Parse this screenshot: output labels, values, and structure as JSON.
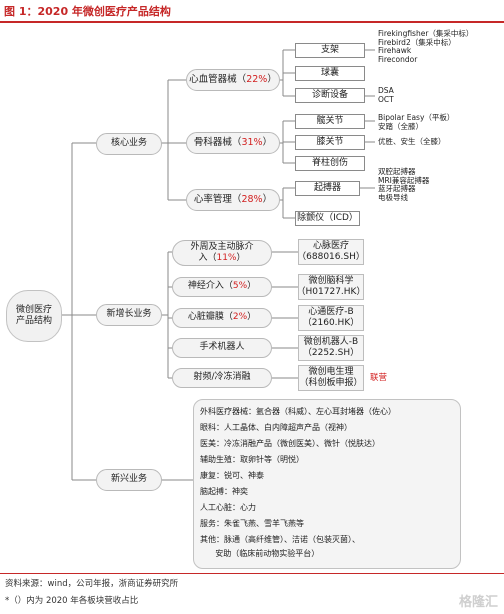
{
  "title": "图 1：2020 年微创医疗产品结构",
  "root": "微创医疗\n产品结构",
  "segments": {
    "core": "核心业务",
    "growth": "新增长业务",
    "emerging": "新兴业务"
  },
  "core": {
    "cardio": {
      "name": "心血管器械（",
      "pct": "22%",
      "end": "）"
    },
    "ortho": {
      "name": "骨科器械（",
      "pct": "31%",
      "end": "）"
    },
    "rhythm": {
      "name": "心率管理（",
      "pct": "28%",
      "end": "）"
    }
  },
  "subs": {
    "stent": "支架",
    "balloon": "球囊",
    "diag": "诊断设备",
    "knee": "髋关节",
    "hip": "膝关节",
    "spine": "脊柱创伤",
    "pacer": "起搏器",
    "icd": "除颤仪（ICD）"
  },
  "leaves": {
    "stent": "Firekingfisher（集采中标）\nFirebird2（集采中标）\nFirehawk\nFirecondor",
    "diag": "DSA\nOCT",
    "knee": "Bipolar Easy（平板）\n安踏（全膝）",
    "hip": "优胜、安生（全膝）",
    "pacer": "双腔起搏器\nMRI兼容起搏器\n蓝牙起搏器\n电极导线"
  },
  "growth": [
    {
      "name": "外周及主动脉介\n入（",
      "pct": "11%",
      "end": "）",
      "company": "心脉医疗\n（688016.SH）"
    },
    {
      "name": "神经介入（",
      "pct": "5%",
      "end": "）",
      "company": "微创脑科学\n（H01727.HK）"
    },
    {
      "name": "心脏瓣膜（",
      "pct": "2%",
      "end": "）",
      "company": "心通医疗-B\n（2160.HK）"
    },
    {
      "name": "手术机器人",
      "pct": "",
      "end": "",
      "company": "微创机器人-B\n（2252.SH）"
    },
    {
      "name": "射频/冷冻消融",
      "pct": "",
      "end": "",
      "company": "微创电生理\n（科创板申报）",
      "tag": "联营"
    }
  ],
  "emerging_rows": [
    "外科医疗器械：氩合器（科威）、左心耳封堵器（佐心）",
    "眼科：人工晶体、白内障超声产品（视神）",
    "医美：冷冻消融产品（微创医美）、微针（悦肤达）",
    "辅助生殖：取卵针等（明悦）",
    "康复：锐可、神泰",
    "脑起搏：神奕",
    "人工心脏：心力",
    "服务：朱雀飞燕、雪羊飞燕等",
    "其他：脉通（高纤维管）、洁诺（包装灭菌）、",
    "      安助（临床前动物实验平台）"
  ],
  "footnotes": {
    "source": "资料来源：wind，公司年报，浙商证券研究所",
    "note": "*（）内为 2020 年各板块营收占比"
  },
  "watermark": "格隆汇",
  "colors": {
    "accent": "#c62828",
    "pct": "#d21f1f",
    "line": "#8a8a8a"
  }
}
